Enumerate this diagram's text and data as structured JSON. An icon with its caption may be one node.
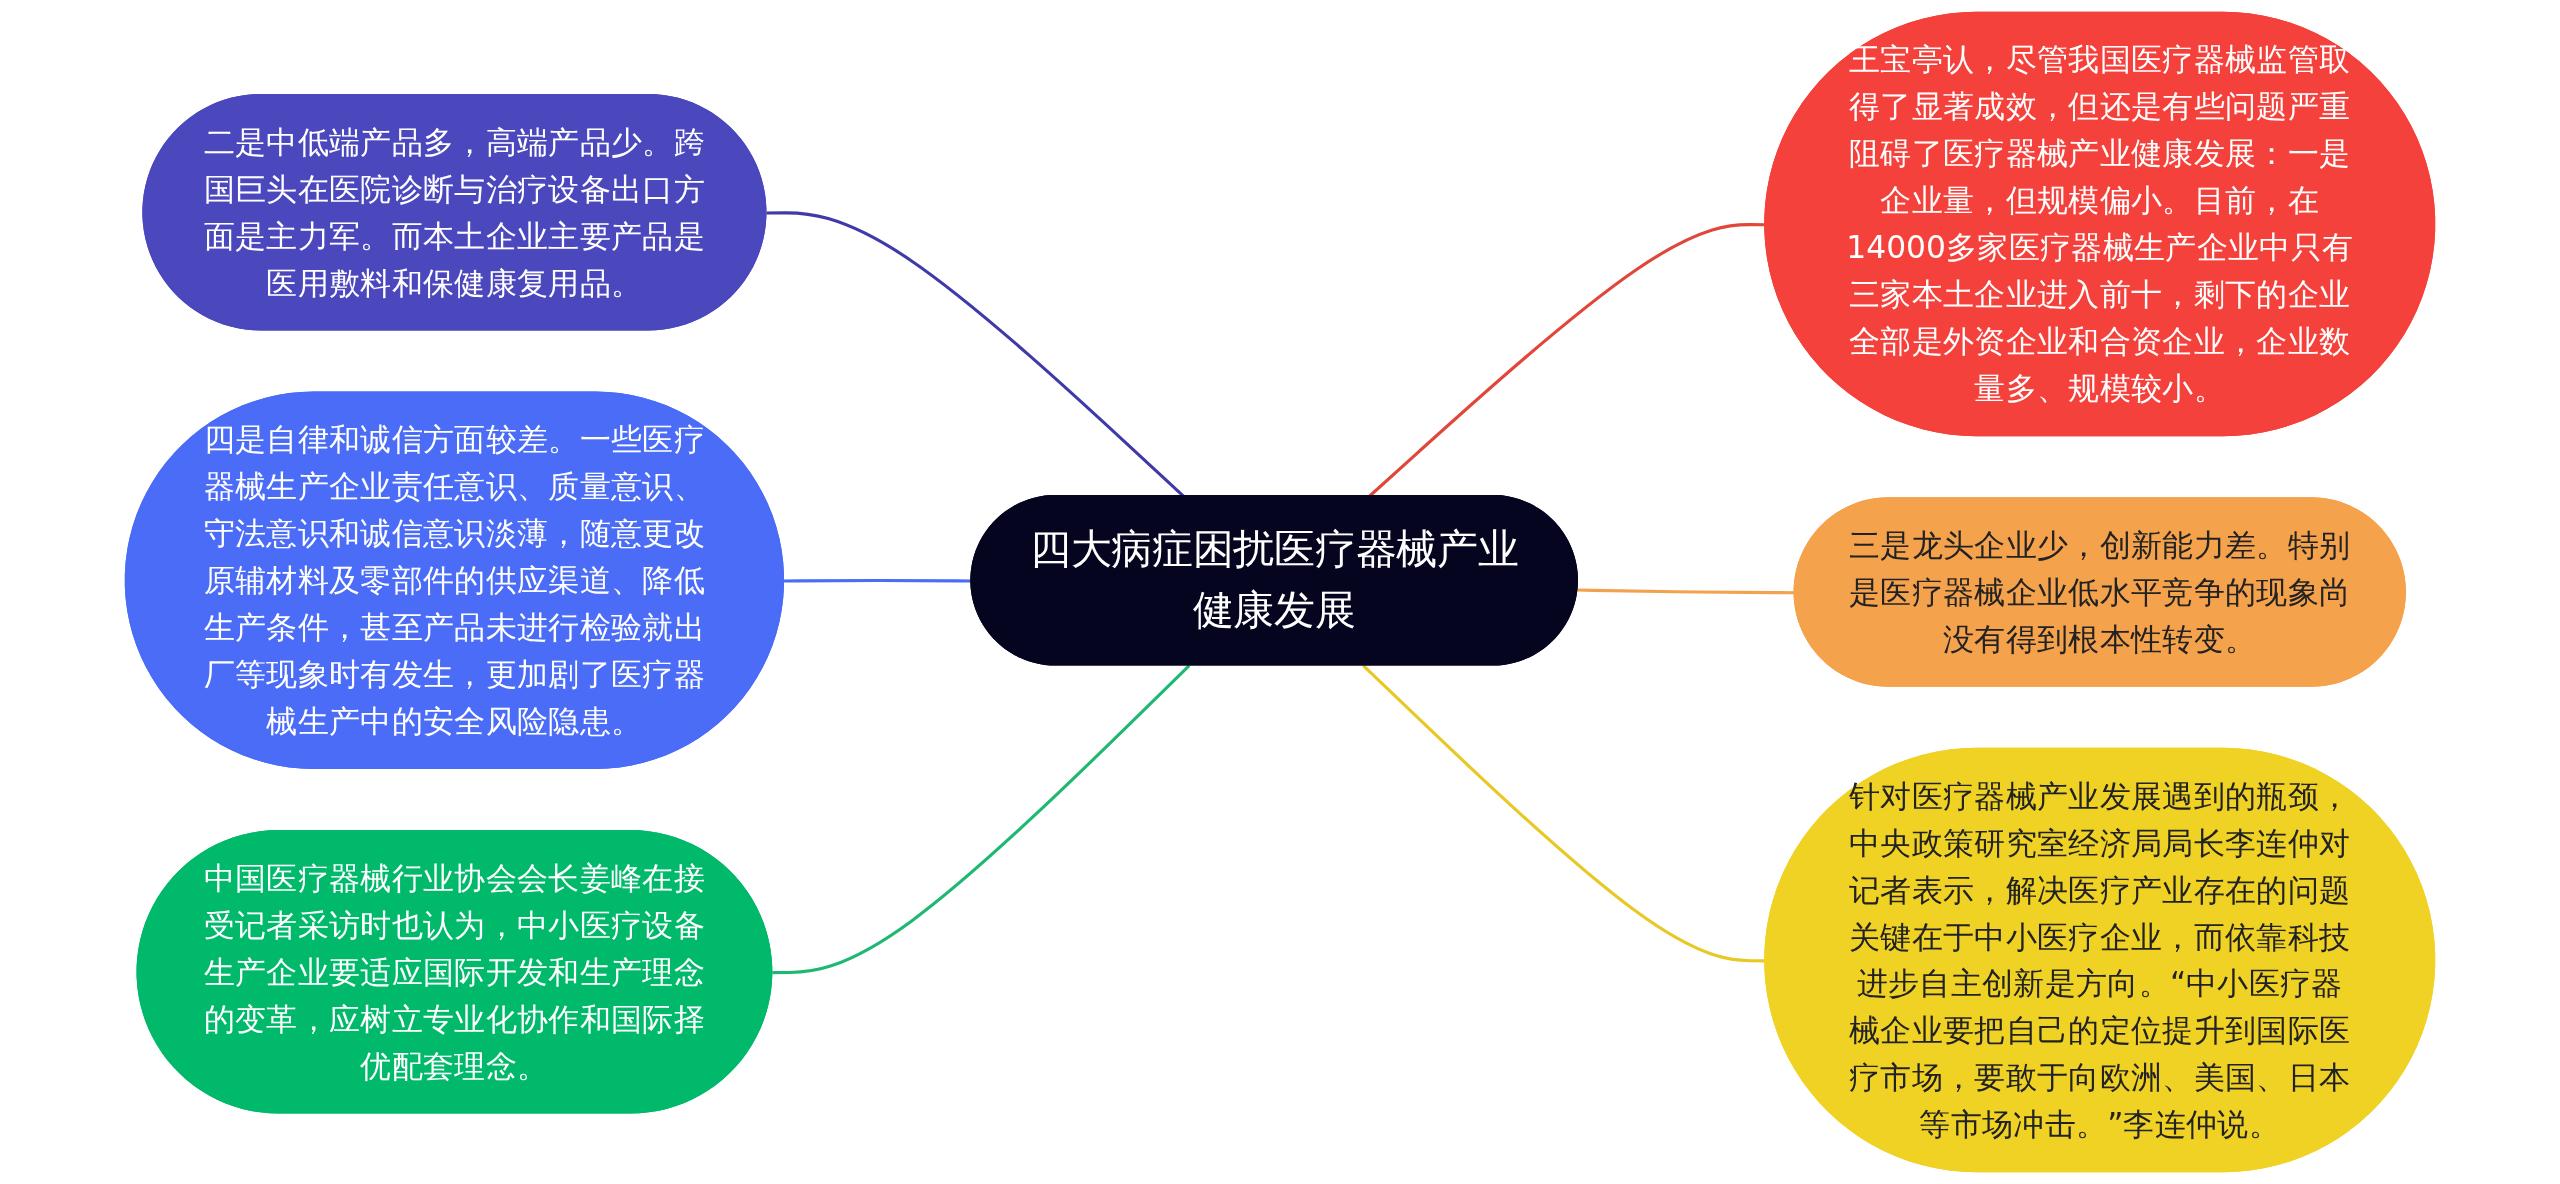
{
  "diagram": {
    "nodes": [
      {
        "text": [
          "四大病症困扰医疗器械产业健康发展"
        ]
      },
      {
        "text": [
          "二是中低端产品多，高端产品少。跨国巨头在医院诊断与治疗设备出口方面是主力军。而本土企业主要产品是医用敷料和保健康复用品。"
        ]
      },
      {
        "text": [
          "四是自律和诚信方面较差。一些医疗器械生产企业责任意识、质量意识、守法意识和诚信意识淡薄，随意更改原辅材料及零部件的供应渠道、降低生产条件，甚至产品未进行检验就出厂等现象时有发生，更加剧了医疗器械生产中的安全风险隐患。"
        ]
      },
      {
        "text": [
          "中国医疗器械行业协会会长姜峰在接受记者采访时也认为，中小医疗设备生产企业要适应国际开发和生产理念的变革，应树立专业化协作和国际择优配套理念。"
        ]
      },
      {
        "text": [
          "王宝亭认，尽管我国医疗器械监管取得了显著成效，但还是有些问题严重阻碍了医疗器械产业健康发展：一是企业量，但规模偏小。目前，在14000多家医疗器械生产企业中只有三家本土企业进入前十，剩下的企业全部是外资企业和合资企业，企业数量多、规模较小。"
        ]
      },
      {
        "text": [
          "三是龙头企业少，创新能力差。特别是医疗器械企业低水平竞争的现象尚没有得到根本性转变。"
        ]
      },
      {
        "text": [
          "针对医疗器械产业发展遇到的瓶颈，中央政策研究室经济局局长李连仲对记者表示，解决医疗产业存在的问题关键在于中小医疗企业，而依靠科技进步自主创新是方向。“中小医疗器械企业要把自己的定位提升到国际医疗市场，要敢于向欧洲、美国、日本等市场冲击。”李连仲说。"
        ]
      }
    ],
    "edges": [
      {
        "from": 1,
        "to": 0,
        "arrow": "none",
        "color": "#3f3aa8"
      },
      {
        "from": 2,
        "to": 0,
        "arrow": "none",
        "color": "#4a6cf7"
      },
      {
        "from": 3,
        "to": 0,
        "arrow": "none",
        "color": "#1fb873"
      },
      {
        "from": 0,
        "to": 4,
        "arrow": "none",
        "color": "#e0473a"
      },
      {
        "from": 0,
        "to": 5,
        "arrow": "none",
        "color": "#f2a24e"
      },
      {
        "from": 0,
        "to": 6,
        "arrow": "none",
        "color": "#e8c824"
      }
    ]
  }
}
